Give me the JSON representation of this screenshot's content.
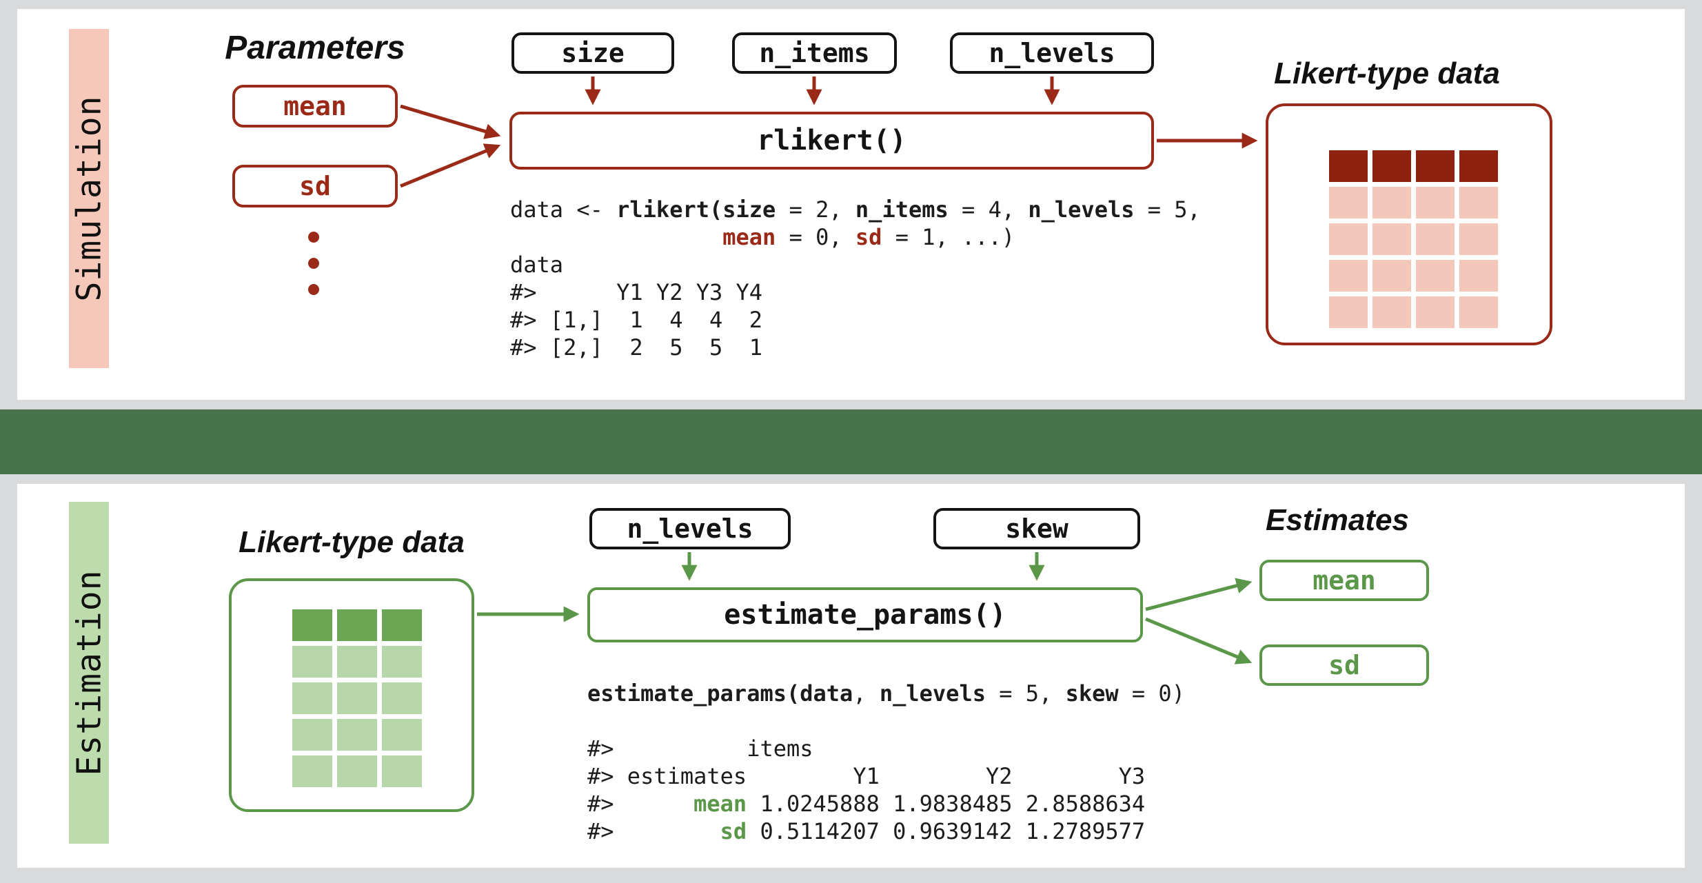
{
  "palette": {
    "page_bg": "#d9dadb",
    "red_accent": "#9a2a17",
    "red_header_cell": "#8e220e",
    "red_light_cell": "#f4c7bb",
    "red_sidebar": "#f5c8ba",
    "green_accent": "#5a9748",
    "green_header_cell": "#6aa654",
    "green_light_cell": "#b7d6a9",
    "green_sidebar": "#bcdcad",
    "green_band": "#47724a"
  },
  "simulation": {
    "sidebar_label": "Simulation",
    "parameters_title": "Parameters",
    "param_boxes": [
      "mean",
      "sd"
    ],
    "arg_boxes": [
      "size",
      "n_items",
      "n_levels"
    ],
    "function_box": "rlikert()",
    "output_title": "Likert-type data",
    "table": {
      "columns": 4,
      "rows": 5
    },
    "code": [
      [
        {
          "t": "data <- ",
          "s": "p"
        },
        {
          "t": "rlikert(size",
          "s": "b"
        },
        {
          "t": " = 2, ",
          "s": "p"
        },
        {
          "t": "n_items",
          "s": "b"
        },
        {
          "t": " = 4, ",
          "s": "p"
        },
        {
          "t": "n_levels",
          "s": "b"
        },
        {
          "t": " = 5,",
          "s": "p"
        }
      ],
      [
        {
          "t": "                ",
          "s": "p"
        },
        {
          "t": "mean",
          "s": "rb"
        },
        {
          "t": " = 0, ",
          "s": "p"
        },
        {
          "t": "sd",
          "s": "rb"
        },
        {
          "t": " = 1, ...)",
          "s": "p"
        }
      ],
      [
        {
          "t": "data",
          "s": "p"
        }
      ],
      [
        {
          "t": "#>      Y1 Y2 Y3 Y4",
          "s": "p"
        }
      ],
      [
        {
          "t": "#> [1,]  1  4  4  2",
          "s": "p"
        }
      ],
      [
        {
          "t": "#> [2,]  2  5  5  1",
          "s": "p"
        }
      ]
    ]
  },
  "estimation": {
    "sidebar_label": "Estimation",
    "input_title": "Likert-type data",
    "arg_boxes": [
      "n_levels",
      "skew"
    ],
    "function_box": "estimate_params()",
    "estimates_title": "Estimates",
    "estimate_boxes": [
      "mean",
      "sd"
    ],
    "table": {
      "columns": 3,
      "rows": 5
    },
    "code": [
      [
        {
          "t": "estimate_params(data",
          "s": "b"
        },
        {
          "t": ", ",
          "s": "p"
        },
        {
          "t": "n_levels",
          "s": "b"
        },
        {
          "t": " = 5, ",
          "s": "p"
        },
        {
          "t": "skew",
          "s": "b"
        },
        {
          "t": " = 0)",
          "s": "p"
        }
      ],
      [
        {
          "t": " ",
          "s": "p"
        }
      ],
      [
        {
          "t": "#>          items",
          "s": "p"
        }
      ],
      [
        {
          "t": "#> estimates        Y1        Y2        Y3",
          "s": "p"
        }
      ],
      [
        {
          "t": "#>      ",
          "s": "p"
        },
        {
          "t": "mean",
          "s": "gb"
        },
        {
          "t": " 1.0245888 1.9838485 2.8588634",
          "s": "p"
        }
      ],
      [
        {
          "t": "#>        ",
          "s": "p"
        },
        {
          "t": "sd",
          "s": "gb"
        },
        {
          "t": " 0.5114207 0.9639142 1.2789577",
          "s": "p"
        }
      ]
    ]
  }
}
